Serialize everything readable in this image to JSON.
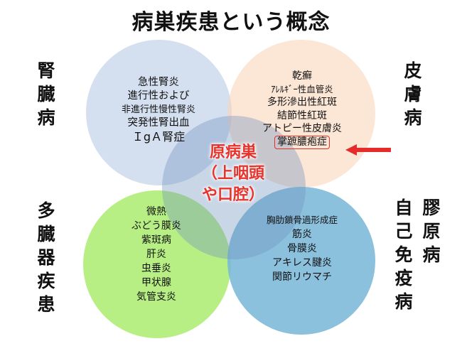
{
  "title": "病巣疾患という概念",
  "center": [
    "原病巣",
    "（上咽頭",
    "や口腔）"
  ],
  "groups": {
    "kidney": {
      "label": "腎臓病"
    },
    "skin": {
      "label": "皮膚病"
    },
    "multiorgan": {
      "label": "多臓器疾患"
    },
    "collagen": {
      "label": "膠原病",
      "label2": "自己免疫病"
    }
  },
  "lists": {
    "kidney": [
      "急性腎炎",
      "進行性および",
      "非進行性慢性腎炎",
      "突発性腎出血",
      "ＩgＡ腎症"
    ],
    "skin": [
      "乾癬",
      "ｱﾚﾙｷﾞｰ性血管炎",
      "多形滲出性紅斑",
      "結節性紅斑",
      "アトピー性皮膚炎",
      "掌蹠膿疱症"
    ],
    "multiorgan": [
      "微熱",
      "ぶどう膜炎",
      "紫斑病",
      "肝炎",
      "虫垂炎",
      "甲状腺",
      "気管支炎"
    ],
    "collagen": [
      "胸肋鎖骨過形成症",
      "筋炎",
      "骨膜炎",
      "アキレス腱炎",
      "関節リウマチ"
    ]
  },
  "colors": {
    "kidney_circle": "#b0c4e4",
    "skin_circle": "#fad6ba",
    "multiorgan_circle": "#aaec6e",
    "collagen_circle": "#78b6d8",
    "accent_red": "#e8322a"
  },
  "highlight": {
    "item": "掌蹠膿疱症",
    "marker": "red-arrow-icon"
  }
}
